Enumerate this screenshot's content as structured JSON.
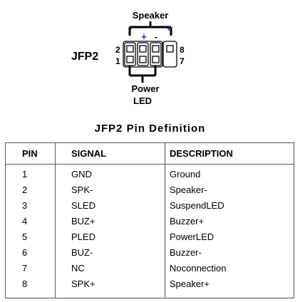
{
  "diagram": {
    "top_label": "Speaker",
    "connector_name": "JFP2",
    "left_pins_top": "2",
    "left_pins_bottom": "1",
    "right_pins_top": "8",
    "right_pins_bottom": "7",
    "bottom_label_line1": "Power",
    "bottom_label_line2": "LED",
    "minus_sign": "-",
    "plus_sign": "+",
    "polarity_color_minus": "#000000",
    "polarity_color_plus": "#1a1ad6"
  },
  "table": {
    "title": "JFP2 Pin Definition",
    "headers": {
      "pin": "PIN",
      "signal": "SIGNAL",
      "description": "DESCRIPTION"
    },
    "rows": [
      {
        "pin": "1",
        "signal": "GND",
        "description": "Ground"
      },
      {
        "pin": "2",
        "signal": "SPK-",
        "description": "Speaker-"
      },
      {
        "pin": "3",
        "signal": "SLED",
        "description": "SuspendLED"
      },
      {
        "pin": "4",
        "signal": "BUZ+",
        "description": "Buzzer+"
      },
      {
        "pin": "5",
        "signal": "PLED",
        "description": "PowerLED"
      },
      {
        "pin": "6",
        "signal": "BUZ-",
        "description": "Buzzer-"
      },
      {
        "pin": "7",
        "signal": "NC",
        "description": "Noconnection"
      },
      {
        "pin": "8",
        "signal": "SPK+",
        "description": "Speaker+"
      }
    ]
  }
}
